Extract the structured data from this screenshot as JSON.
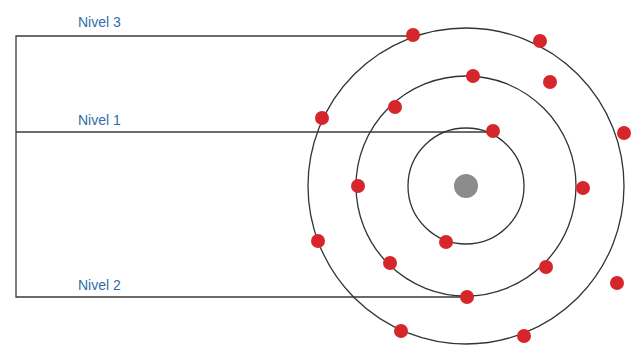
{
  "diagram": {
    "labels": [
      "Nivel 3",
      "Nivel 1",
      "Nivel 2"
    ]
  }
}
